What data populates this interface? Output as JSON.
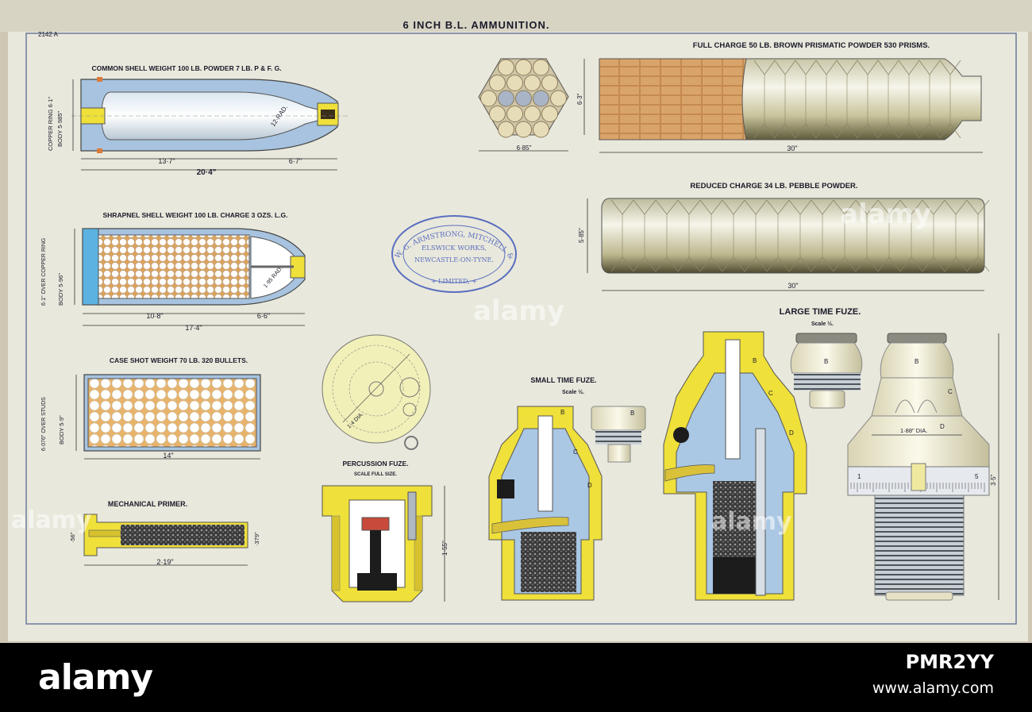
{
  "sheet": {
    "title": "6 INCH B.L. AMMUNITION.",
    "ref": "2142 A"
  },
  "common_shell": {
    "title": "COMMON SHELL WEIGHT 100 LB. POWDER 7 LB. P & F. G.",
    "side_dim_1": "COPPER RING 6·1\"",
    "side_dim_2": "BODY 5·985\"",
    "dim_body": "13·7\"",
    "dim_head": "6·7\"",
    "dim_total": "20·4\"",
    "radius": "12·RAD."
  },
  "shrapnel_shell": {
    "title": "SHRAPNEL SHELL WEIGHT 100 LB. CHARGE 3 OZS. L.G.",
    "side_dim_1": "6·1\" OVER COPPER RING",
    "side_dim_2": "BODY 5·96\"",
    "dim_body": "10·8\"",
    "dim_head": "6·6\"",
    "dim_total": "17·4\"",
    "radius": "1·95 RAD."
  },
  "case_shot": {
    "title": "CASE SHOT WEIGHT 70 LB. 320 BULLETS.",
    "side_dim_1": "6·076\" OVER STUDS",
    "side_dim_2": "BODY 5·9\"",
    "dim_length": "14\""
  },
  "mechanical_primer": {
    "title": "MECHANICAL PRIMER.",
    "dim_dia": "·56\"",
    "dim_right": "·379\"",
    "dim_length": "2·19\""
  },
  "full_charge": {
    "title": "FULL CHARGE 50 LB. BROWN PRISMATIC POWDER 530 PRISMS.",
    "dim_end_width": "6·85\"",
    "dim_end_height": "6·3\"",
    "dim_length": "30\""
  },
  "reduced_charge": {
    "title": "REDUCED CHARGE 34 LB. PEBBLE POWDER.",
    "dim_dia": "5·85\"",
    "dim_length": "30\""
  },
  "stamp": {
    "line1": "SIR W. G. ARMSTRONG, MITCHELL & Co.",
    "line2": "ELSWICK WORKS,",
    "line3": "NEWCASTLE-ON-TYNE.",
    "line4": "+ LIMITED, +"
  },
  "percussion_fuze": {
    "title": "PERCUSSION FUZE.",
    "scale": "SCALE FULL SIZE.",
    "dim_height": "1·55\"",
    "disc_dim": "1·4 DIA."
  },
  "small_time_fuze": {
    "title": "SMALL TIME FUZE.",
    "scale": "Scale ½.",
    "parts": [
      "B",
      "C",
      "D",
      "B"
    ]
  },
  "large_time_fuze": {
    "title": "LARGE TIME FUZE.",
    "scale": "Scale ½.",
    "parts": [
      "B",
      "C",
      "D",
      "B",
      "B",
      "C",
      "D"
    ],
    "dial_min": "1",
    "dial_max": "5",
    "dim_dia": "1·88\" DIA.",
    "dim_height": "3·5\""
  },
  "watermark": {
    "text": "alamy"
  },
  "footer": {
    "logo": "alamy",
    "image_id": "PMR2YY",
    "url": "www.alamy.com"
  },
  "colors": {
    "paper": "#e9e8dc",
    "steel_blue": "#aac8e4",
    "brass_yellow": "#efe03a",
    "copper": "#d99a3a",
    "ink": "#1a1a2a",
    "stamp_blue": "#5a6fc0"
  }
}
